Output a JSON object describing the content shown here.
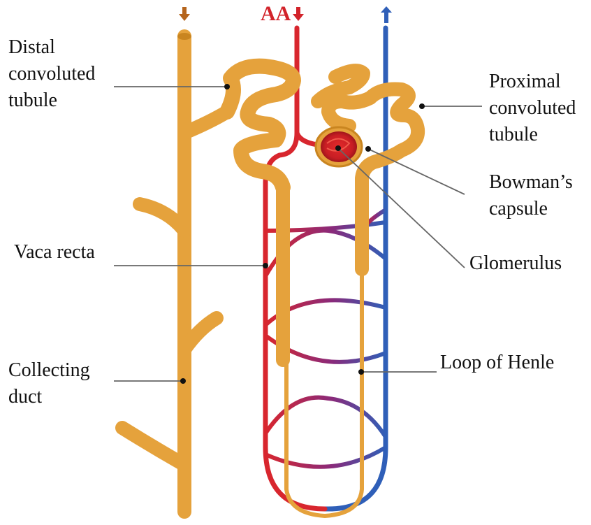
{
  "labels": {
    "distal": [
      "Distal",
      "convoluted",
      "tubule"
    ],
    "proximal": [
      "Proximal",
      "convoluted",
      "tubule"
    ],
    "bowmans": [
      "Bowman’s",
      "capsule"
    ],
    "glomerulus": "Glomerulus",
    "vasa_recta": "Vaca recta",
    "loop": "Loop of Henle",
    "collecting": [
      "Collecting",
      "duct"
    ],
    "afferent": "AA"
  },
  "colors": {
    "tubule": "#e5a23c",
    "tubule_dark": "#a8671a",
    "artery": "#d8262e",
    "vein": "#2f5fb8",
    "mixed": "#8a2a7a",
    "pointer": "#666666",
    "arrow_down": "#b5651d",
    "arrow_up": "#2f5fb8"
  }
}
